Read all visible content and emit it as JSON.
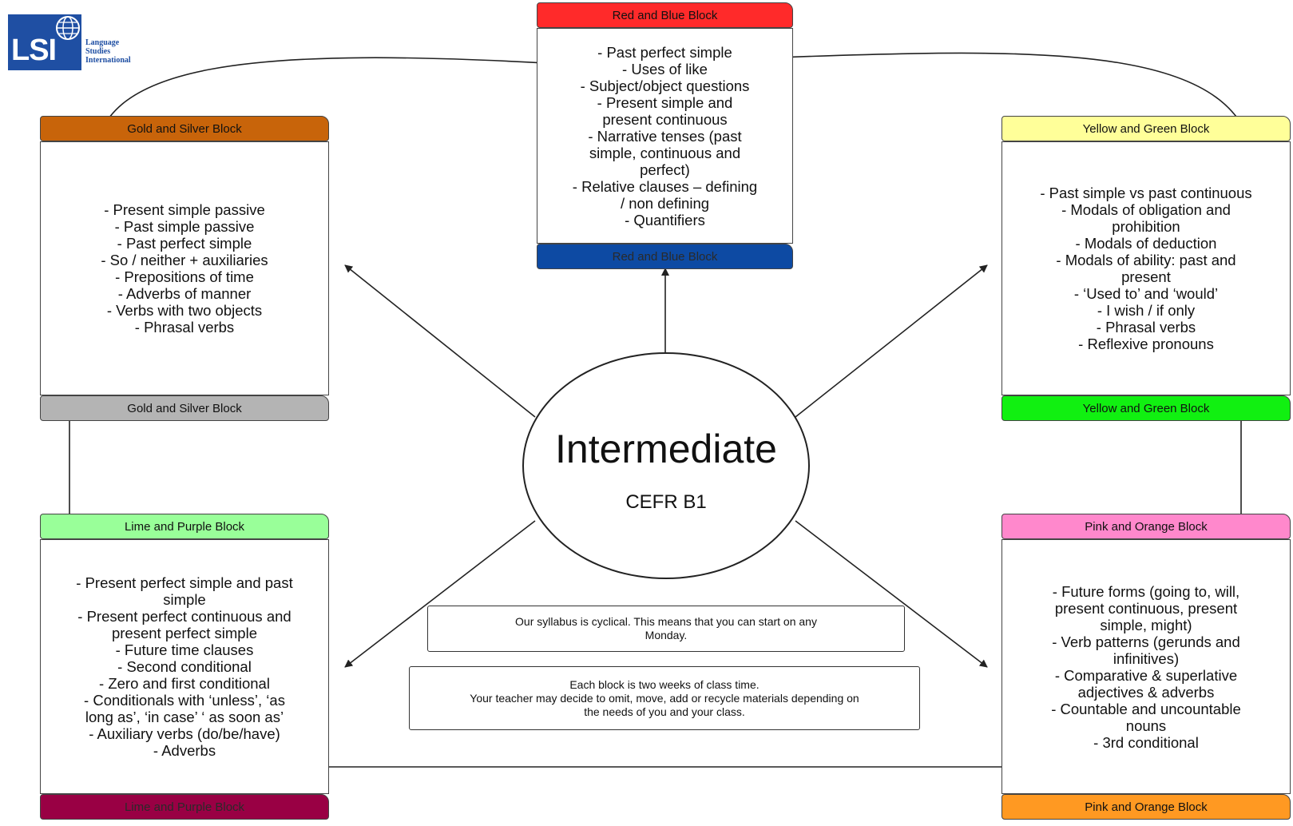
{
  "logo": {
    "letters": "LSI",
    "line1": "Language",
    "line2": "Studies",
    "line3": "International",
    "color": "#1f4fa3"
  },
  "hub": {
    "title": "Intermediate",
    "subtitle": "CEFR B1"
  },
  "blocks": {
    "red_blue": {
      "top_label": "Red and Blue Block",
      "bottom_label": "Red and Blue Block",
      "top_color": "#ff2a2a",
      "bottom_color": "#0d4aa3",
      "items": [
        "- Past perfect simple",
        "- Uses of like",
        "- Subject/object questions",
        "- Present simple and",
        "present continuous",
        "- Narrative tenses (past",
        "simple, continuous and",
        "perfect)",
        "- Relative clauses – defining",
        "/ non defining",
        "- Quantifiers"
      ]
    },
    "gold_silver": {
      "top_label": "Gold and Silver Block",
      "bottom_label": "Gold and Silver Block",
      "top_color": "#c8640a",
      "bottom_color": "#b4b4b4",
      "items": [
        "- Present simple passive",
        "- Past simple passive",
        "- Past perfect simple",
        "- So / neither + auxiliaries",
        "- Prepositions of time",
        "- Adverbs of manner",
        "- Verbs with two objects",
        "- Phrasal verbs"
      ]
    },
    "yellow_green": {
      "top_label": "Yellow and Green Block",
      "bottom_label": "Yellow and Green Block",
      "top_color": "#ffff99",
      "bottom_color": "#11f011",
      "items": [
        "- Past simple vs past continuous",
        "- Modals of obligation and",
        "prohibition",
        "- Modals of deduction",
        "- Modals of ability: past and",
        "present",
        "- ‘Used to’ and ‘would’",
        "- I wish / if only",
        "- Phrasal verbs",
        "- Reflexive pronouns"
      ]
    },
    "lime_purple": {
      "top_label": "Lime and Purple Block",
      "bottom_label": "Lime and Purple Block",
      "top_color": "#99ff99",
      "bottom_color": "#990044",
      "items": [
        "- Present perfect simple and past",
        "simple",
        "- Present perfect continuous and",
        "present perfect simple",
        "- Future time clauses",
        "- Second conditional",
        "- Zero and first conditional",
        "- Conditionals with ‘unless’, ‘as",
        "long as’, ‘in case’ ‘ as soon as’",
        "- Auxiliary verbs (do/be/have)",
        "- Adverbs"
      ]
    },
    "pink_orange": {
      "top_label": "Pink and Orange Block",
      "bottom_label": "Pink and Orange Block",
      "top_color": "#ff88cc",
      "bottom_color": "#ff9922",
      "items": [
        "- Future forms (going to, will,",
        "present continuous, present",
        "simple, might)",
        "- Verb patterns (gerunds and",
        "infinitives)",
        "- Comparative & superlative",
        "adjectives & adverbs",
        "- Countable and uncountable",
        "nouns",
        "- 3rd conditional"
      ]
    }
  },
  "notes": {
    "cyclical_line1": "Our syllabus is cyclical.  This means that you can start on any",
    "cyclical_line2": "Monday.",
    "blocks_line1": "Each block is two weeks of class time.",
    "blocks_line2": "Your teacher may decide to omit, move, add or recycle materials depending on",
    "blocks_line3": "the needs of you and your class."
  }
}
